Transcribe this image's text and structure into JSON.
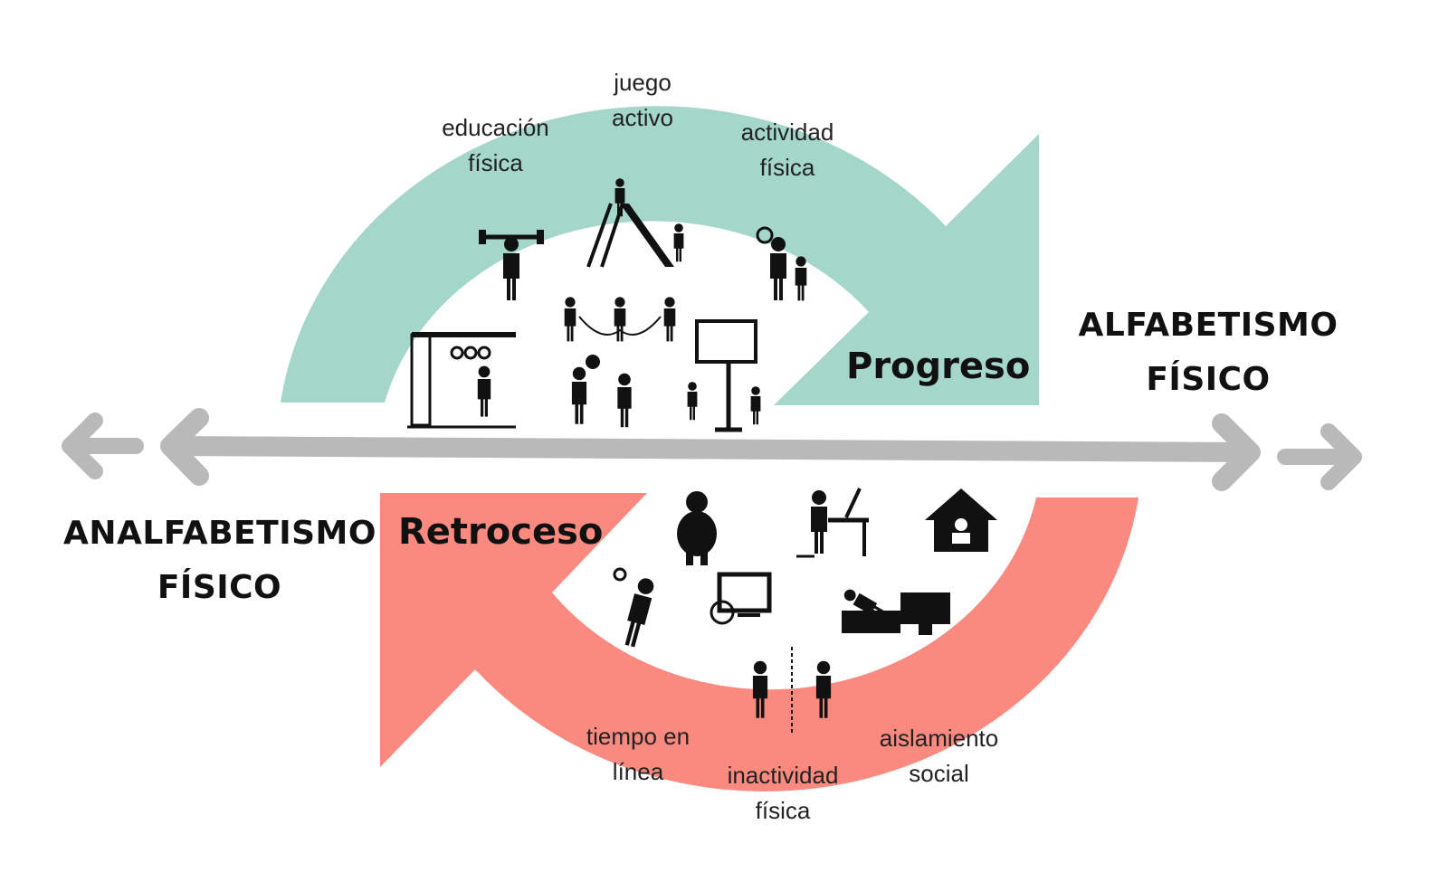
{
  "colors": {
    "progress": "#a4d6ca",
    "regress": "#fa8a7f",
    "axis": "#b9b9b9",
    "icon": "#111111"
  },
  "poles": {
    "left": {
      "line1": "ANALFABETISMO",
      "line2": "FÍSICO"
    },
    "right": {
      "line1": "ALFABETISMO",
      "line2": "FÍSICO"
    }
  },
  "progress": {
    "title": "Progreso",
    "labels": [
      {
        "line1": "educación",
        "line2": "física"
      },
      {
        "line1": "juego",
        "line2": "activo"
      },
      {
        "line1": "actividad",
        "line2": "física"
      }
    ],
    "icons": [
      "weightlifter-icon",
      "playground-slide-icon",
      "tennis-family-icon",
      "jump-rope-icon",
      "climbing-frame-icon",
      "ball-play-icon",
      "basketball-hoop-icon"
    ]
  },
  "regress": {
    "title": "Retroceso",
    "labels": [
      {
        "line1": "tiempo en",
        "line2": "línea"
      },
      {
        "line1": "inactividad",
        "line2": "física"
      },
      {
        "line1": "aislamiento",
        "line2": "social"
      }
    ],
    "icons": [
      "overweight-child-icon",
      "desk-computer-icon",
      "house-icon",
      "tired-person-icon",
      "screen-time-icon",
      "couch-tv-icon",
      "separated-people-icon"
    ]
  }
}
